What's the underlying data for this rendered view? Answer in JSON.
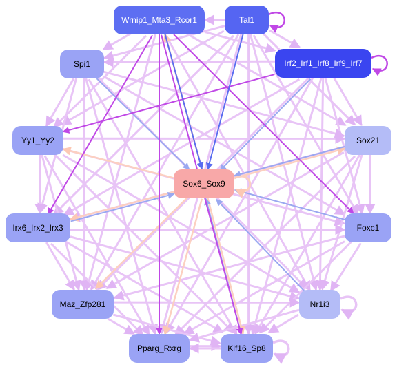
{
  "colors": {
    "edge_light": "#e8c4f6",
    "edge_purple": "#c048e6",
    "edge_blue": "#5a6cf0",
    "edge_lightblue": "#9aa8f0",
    "edge_peach": "#fcd0c0",
    "node_dark": "#3a45f0",
    "node_medium": "#5d6ef2",
    "node_light": "#9aa3f5",
    "node_lighter": "#b2baf7",
    "node_center": "#f8a8a8"
  },
  "nodes": [
    {
      "id": "Wrnip1_Mta3_Rcor1",
      "label": "Wrnip1_Mta3_Rcor1",
      "fill": "#5d6ef2",
      "text_color": "#ffffff"
    },
    {
      "id": "Tal1",
      "label": "Tal1",
      "fill": "#5565f2",
      "text_color": "#ffffff"
    },
    {
      "id": "Irf2_Irf1_Irf8_Irf9_Irf7",
      "label": "Irf2_Irf1_Irf8_Irf9_Irf7",
      "fill": "#3a45f0",
      "text_color": "#ffffff"
    },
    {
      "id": "Spi1",
      "label": "Spi1",
      "fill": "#9aa3f5",
      "text_color": "#000000"
    },
    {
      "id": "Yy1_Yy2",
      "label": "Yy1_Yy2",
      "fill": "#9aa3f5",
      "text_color": "#000000"
    },
    {
      "id": "Sox21",
      "label": "Sox21",
      "fill": "#b4bcf7",
      "text_color": "#000000"
    },
    {
      "id": "Sox6_Sox9",
      "label": "Sox6_Sox9",
      "fill": "#f8a8a8",
      "text_color": "#000000"
    },
    {
      "id": "Irx6_Irx2_Irx3",
      "label": "Irx6_Irx2_Irx3",
      "fill": "#9aa3f5",
      "text_color": "#000000"
    },
    {
      "id": "Foxc1",
      "label": "Foxc1",
      "fill": "#9aa3f5",
      "text_color": "#000000"
    },
    {
      "id": "Maz_Zfp281",
      "label": "Maz_Zfp281",
      "fill": "#9aa3f5",
      "text_color": "#000000"
    },
    {
      "id": "Nr1i3",
      "label": "Nr1i3",
      "fill": "#b4bcf7",
      "text_color": "#000000"
    },
    {
      "id": "Pparg_Rxrg",
      "label": "Pparg_Rxrg",
      "fill": "#9aa3f5",
      "text_color": "#000000"
    },
    {
      "id": "Klf16_Sp8",
      "label": "Klf16_Sp8",
      "fill": "#9aa3f5",
      "text_color": "#000000"
    }
  ],
  "edges": [
    {
      "from": "Wrnip1_Mta3_Rcor1",
      "to": "Sox6_Sox9",
      "kind": "blue"
    },
    {
      "from": "Tal1",
      "to": "Sox6_Sox9",
      "kind": "blue"
    },
    {
      "from": "Irf2_Irf1_Irf8_Irf9_Irf7",
      "to": "Sox6_Sox9",
      "kind": "lightblue"
    },
    {
      "from": "Spi1",
      "to": "Sox6_Sox9",
      "kind": "lightblue"
    },
    {
      "from": "Foxc1",
      "to": "Sox6_Sox9",
      "kind": "lightblue"
    },
    {
      "from": "Nr1i3",
      "to": "Sox6_Sox9",
      "kind": "lightblue"
    },
    {
      "from": "Sox21",
      "to": "Sox6_Sox9",
      "kind": "lightblue"
    },
    {
      "from": "Irx6_Irx2_Irx3",
      "to": "Sox6_Sox9",
      "kind": "lightblue"
    },
    {
      "from": "Klf16_Sp8",
      "to": "Sox6_Sox9",
      "kind": "lightblue"
    },
    {
      "from": "Sox6_Sox9",
      "to": "Sox21",
      "kind": "peach"
    },
    {
      "from": "Sox6_Sox9",
      "to": "Yy1_Yy2",
      "kind": "peach"
    },
    {
      "from": "Sox6_Sox9",
      "to": "Irx6_Irx2_Irx3",
      "kind": "peach"
    },
    {
      "from": "Sox6_Sox9",
      "to": "Maz_Zfp281",
      "kind": "peach"
    },
    {
      "from": "Sox6_Sox9",
      "to": "Pparg_Rxrg",
      "kind": "peach"
    },
    {
      "from": "Sox6_Sox9",
      "to": "Klf16_Sp8",
      "kind": "peach"
    },
    {
      "from": "Sox6_Sox9",
      "to": "Wrnip1_Mta3_Rcor1",
      "kind": "peach"
    },
    {
      "from": "Wrnip1_Mta3_Rcor1",
      "to": "Pparg_Rxrg",
      "kind": "purple"
    },
    {
      "from": "Wrnip1_Mta3_Rcor1",
      "to": "Klf16_Sp8",
      "kind": "purple"
    },
    {
      "from": "Wrnip1_Mta3_Rcor1",
      "to": "Irx6_Irx2_Irx3",
      "kind": "purple"
    },
    {
      "from": "Wrnip1_Mta3_Rcor1",
      "to": "Foxc1",
      "kind": "purple"
    },
    {
      "from": "Irf2_Irf1_Irf8_Irf9_Irf7",
      "to": "Yy1_Yy2",
      "kind": "purple"
    },
    {
      "from": "Tal1",
      "to": "Sox21",
      "kind": "light"
    },
    {
      "from": "Tal1",
      "to": "Spi1",
      "kind": "light"
    },
    {
      "from": "Tal1",
      "to": "Yy1_Yy2",
      "kind": "light"
    },
    {
      "from": "Tal1",
      "to": "Irx6_Irx2_Irx3",
      "kind": "light"
    },
    {
      "from": "Tal1",
      "to": "Maz_Zfp281",
      "kind": "light"
    },
    {
      "from": "Tal1",
      "to": "Pparg_Rxrg",
      "kind": "light"
    },
    {
      "from": "Tal1",
      "to": "Klf16_Sp8",
      "kind": "light"
    },
    {
      "from": "Tal1",
      "to": "Nr1i3",
      "kind": "light"
    },
    {
      "from": "Tal1",
      "to": "Foxc1",
      "kind": "light"
    },
    {
      "from": "Tal1",
      "to": "Irf2_Irf1_Irf8_Irf9_Irf7",
      "kind": "light"
    },
    {
      "from": "Tal1",
      "to": "Wrnip1_Mta3_Rcor1",
      "kind": "light"
    },
    {
      "from": "Wrnip1_Mta3_Rcor1",
      "to": "Spi1",
      "kind": "light"
    },
    {
      "from": "Wrnip1_Mta3_Rcor1",
      "to": "Yy1_Yy2",
      "kind": "light"
    },
    {
      "from": "Wrnip1_Mta3_Rcor1",
      "to": "Maz_Zfp281",
      "kind": "light"
    },
    {
      "from": "Wrnip1_Mta3_Rcor1",
      "to": "Nr1i3",
      "kind": "light"
    },
    {
      "from": "Wrnip1_Mta3_Rcor1",
      "to": "Sox21",
      "kind": "light"
    },
    {
      "from": "Wrnip1_Mta3_Rcor1",
      "to": "Irf2_Irf1_Irf8_Irf9_Irf7",
      "kind": "light"
    },
    {
      "from": "Irf2_Irf1_Irf8_Irf9_Irf7",
      "to": "Spi1",
      "kind": "light"
    },
    {
      "from": "Irf2_Irf1_Irf8_Irf9_Irf7",
      "to": "Irx6_Irx2_Irx3",
      "kind": "light"
    },
    {
      "from": "Irf2_Irf1_Irf8_Irf9_Irf7",
      "to": "Maz_Zfp281",
      "kind": "light"
    },
    {
      "from": "Irf2_Irf1_Irf8_Irf9_Irf7",
      "to": "Pparg_Rxrg",
      "kind": "light"
    },
    {
      "from": "Irf2_Irf1_Irf8_Irf9_Irf7",
      "to": "Klf16_Sp8",
      "kind": "light"
    },
    {
      "from": "Irf2_Irf1_Irf8_Irf9_Irf7",
      "to": "Nr1i3",
      "kind": "light"
    },
    {
      "from": "Irf2_Irf1_Irf8_Irf9_Irf7",
      "to": "Foxc1",
      "kind": "light"
    },
    {
      "from": "Irf2_Irf1_Irf8_Irf9_Irf7",
      "to": "Sox21",
      "kind": "light"
    },
    {
      "from": "Spi1",
      "to": "Yy1_Yy2",
      "kind": "light"
    },
    {
      "from": "Spi1",
      "to": "Irx6_Irx2_Irx3",
      "kind": "light"
    },
    {
      "from": "Spi1",
      "to": "Maz_Zfp281",
      "kind": "light"
    },
    {
      "from": "Spi1",
      "to": "Pparg_Rxrg",
      "kind": "light"
    },
    {
      "from": "Spi1",
      "to": "Klf16_Sp8",
      "kind": "light"
    },
    {
      "from": "Spi1",
      "to": "Nr1i3",
      "kind": "light"
    },
    {
      "from": "Spi1",
      "to": "Foxc1",
      "kind": "light"
    },
    {
      "from": "Spi1",
      "to": "Sox21",
      "kind": "light"
    },
    {
      "from": "Yy1_Yy2",
      "to": "Irx6_Irx2_Irx3",
      "kind": "light"
    },
    {
      "from": "Yy1_Yy2",
      "to": "Maz_Zfp281",
      "kind": "light"
    },
    {
      "from": "Yy1_Yy2",
      "to": "Pparg_Rxrg",
      "kind": "light"
    },
    {
      "from": "Yy1_Yy2",
      "to": "Klf16_Sp8",
      "kind": "light"
    },
    {
      "from": "Yy1_Yy2",
      "to": "Nr1i3",
      "kind": "light"
    },
    {
      "from": "Yy1_Yy2",
      "to": "Foxc1",
      "kind": "light"
    },
    {
      "from": "Yy1_Yy2",
      "to": "Sox21",
      "kind": "light"
    },
    {
      "from": "Sox21",
      "to": "Irx6_Irx2_Irx3",
      "kind": "light"
    },
    {
      "from": "Sox21",
      "to": "Maz_Zfp281",
      "kind": "light"
    },
    {
      "from": "Sox21",
      "to": "Pparg_Rxrg",
      "kind": "light"
    },
    {
      "from": "Sox21",
      "to": "Klf16_Sp8",
      "kind": "light"
    },
    {
      "from": "Sox21",
      "to": "Nr1i3",
      "kind": "light"
    },
    {
      "from": "Sox21",
      "to": "Foxc1",
      "kind": "light"
    },
    {
      "from": "Irx6_Irx2_Irx3",
      "to": "Maz_Zfp281",
      "kind": "light"
    },
    {
      "from": "Irx6_Irx2_Irx3",
      "to": "Pparg_Rxrg",
      "kind": "light"
    },
    {
      "from": "Irx6_Irx2_Irx3",
      "to": "Klf16_Sp8",
      "kind": "light"
    },
    {
      "from": "Irx6_Irx2_Irx3",
      "to": "Nr1i3",
      "kind": "light"
    },
    {
      "from": "Irx6_Irx2_Irx3",
      "to": "Foxc1",
      "kind": "light"
    },
    {
      "from": "Foxc1",
      "to": "Maz_Zfp281",
      "kind": "light"
    },
    {
      "from": "Foxc1",
      "to": "Pparg_Rxrg",
      "kind": "light"
    },
    {
      "from": "Foxc1",
      "to": "Klf16_Sp8",
      "kind": "light"
    },
    {
      "from": "Foxc1",
      "to": "Nr1i3",
      "kind": "light"
    },
    {
      "from": "Maz_Zfp281",
      "to": "Pparg_Rxrg",
      "kind": "light"
    },
    {
      "from": "Maz_Zfp281",
      "to": "Klf16_Sp8",
      "kind": "light"
    },
    {
      "from": "Maz_Zfp281",
      "to": "Nr1i3",
      "kind": "light"
    },
    {
      "from": "Nr1i3",
      "to": "Pparg_Rxrg",
      "kind": "light"
    },
    {
      "from": "Nr1i3",
      "to": "Klf16_Sp8",
      "kind": "light"
    },
    {
      "from": "Pparg_Rxrg",
      "to": "Klf16_Sp8",
      "kind": "light"
    },
    {
      "from": "Klf16_Sp8",
      "to": "Pparg_Rxrg",
      "kind": "light"
    }
  ],
  "self_loops": [
    {
      "node": "Tal1",
      "kind": "purple"
    },
    {
      "node": "Irf2_Irf1_Irf8_Irf9_Irf7",
      "kind": "purple"
    },
    {
      "node": "Sox6_Sox9",
      "kind": "peach"
    },
    {
      "node": "Nr1i3",
      "kind": "light"
    },
    {
      "node": "Klf16_Sp8",
      "kind": "light"
    }
  ]
}
